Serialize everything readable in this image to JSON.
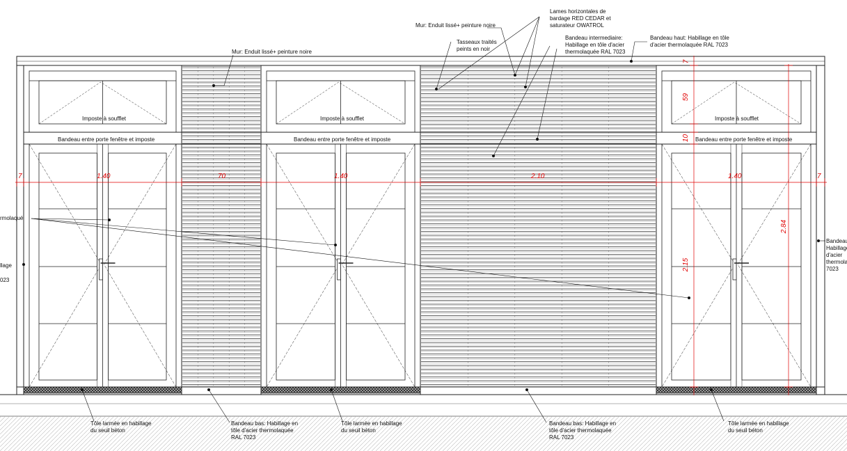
{
  "annotations": {
    "wall_left": "Mur: Enduit lissé+ peinture noire",
    "wall_top": "Mur: Enduit lissé+ peinture noire",
    "battens": "Tasseaux traités\npeints en noir",
    "cladding": "Lames horizontales de\nbardage RED CEDAR et\nsaturateur OWATROL",
    "band_middle": "Bandeau intermediaire:\nHabillage en tôle d'acier\nthermolaquée RAL 7023",
    "band_top": "Bandeau haut: Habillage en tôle\nd'acier thermolaquée RAL 7023",
    "left_cut_1": "rmolaqué",
    "left_cut_2": "llage",
    "left_cut_3": "023",
    "right_band": "Bandeau\nHabillage\nd'acier\nthermolaq\n7023",
    "sill_1": "Tôle larmée en habillage\ndu seuil béton",
    "band_bottom_1": "Bandeau bas: Habillage en\ntôle d'acier thermolaquée\nRAL 7023",
    "sill_2": "Tôle larmée en habillage\ndu seuil béton",
    "band_bottom_2": "Bandeau bas: Habillage en\ntôle d'acier thermolaquée\nRAL 7023",
    "sill_3": "Tôle larmée en habillage\ndu seuil béton"
  },
  "inner_labels": {
    "imposte": "Imposte à soufflet",
    "bandeau": "Bandeau entre porte fenêtre et imposte"
  },
  "dimensions": {
    "left_margin": "7",
    "door_width_1": "1.40",
    "cladding_narrow": "70",
    "door_width_2": "1.40",
    "cladding_wide": "2.10",
    "door_width_3": "1.40",
    "right_margin": "7",
    "top_band": "7",
    "imposte_height": "59",
    "bandeau_height": "10",
    "door_height": "2.15",
    "total_height": "2.84"
  }
}
